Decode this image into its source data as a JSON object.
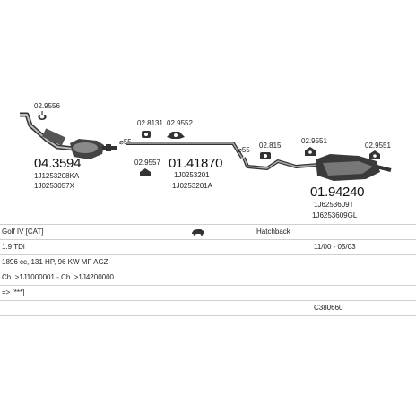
{
  "parts": [
    {
      "id": "p1",
      "ref": "02.9556"
    },
    {
      "id": "p2",
      "number": "04.3594",
      "oem": [
        "1J1253208KA",
        "1J0253057X"
      ]
    },
    {
      "id": "p3",
      "ref": "02.8131"
    },
    {
      "id": "p4",
      "ref": "02.9552"
    },
    {
      "id": "p5",
      "ref": "02.9557"
    },
    {
      "id": "p6",
      "number": "01.41870",
      "oem": [
        "1J0253201",
        "1J0253201A"
      ]
    },
    {
      "id": "p7",
      "ref": "02.815"
    },
    {
      "id": "p8",
      "ref": "02.9551"
    },
    {
      "id": "p9",
      "ref": "02.9551"
    },
    {
      "id": "p10",
      "number": "01.94240",
      "oem": [
        "1J6253609T",
        "1J6253609GL"
      ]
    }
  ],
  "diameters": [
    "⌀55",
    "⌀55"
  ],
  "info": {
    "model": "Golf IV [CAT]",
    "body": "Hatchback",
    "engine": "1.9 TDi",
    "years": "11/00 - 05/03",
    "spec": "1896 cc, 131 HP, 96 KW MF AGZ",
    "chassis": "Ch. >1J1000001 - Ch. >1J4200000",
    "misc": "=> [***]",
    "code": "C380660"
  }
}
